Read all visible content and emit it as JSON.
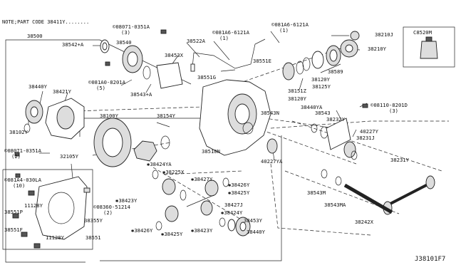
{
  "note": "NOTE;PART CODE 38411Y........",
  "diagram_code": "J38101F7",
  "inset_label": "C8520M",
  "labels": {
    "l38500": "38500",
    "l38542A": "38542+A",
    "l08071A": "©08071-0351A",
    "l08071A_q": "(3)",
    "l38540": "38540",
    "l38522A": "38522A",
    "l081A6a": "©081A6-6121A",
    "l081A6a_q": "(1)",
    "l081A6b": "©081A6-6121A",
    "l081A6b_q": "(1)",
    "l38210J": "38210J",
    "l38210Y": "38210Y",
    "l38453X": "38453X",
    "l38551G": "38551G",
    "l38551E": "38551E",
    "l081A0": "©081A0-8201A",
    "l081A0_q": "(5)",
    "l38543A": "38543+A",
    "l38589": "38589",
    "l38440Ya": "38440Y",
    "l38421Y": "38421Y",
    "l38151Z": "38151Z",
    "l38120Y": "38120Y",
    "l38125Y": "38125Y",
    "l38120Yb": "38120Y",
    "l38102Y": "38102Y",
    "l38100Y": "38100Y",
    "l38154Y": "38154Y",
    "l38543N": "38543N",
    "l38440YA": "38440YA",
    "l38543": "38543",
    "l38232Y": "38232Y",
    "l08110": "©08110-8201D",
    "l08110_q": "(3)",
    "l08071b": "©08071-0351A",
    "l08071b_q": "(2)",
    "l40227Y": "40227Y",
    "l38231J": "38231J",
    "l38510N": "38510N",
    "l40227YA": "40227YA",
    "l32105Y": "32105Y",
    "l38424YA": "✱38424YA",
    "l38225X": "✱38225X",
    "l38231Y": "38231Y",
    "l081A4": "©081A4-030LA",
    "l081A4_q": "(10)",
    "l11128Y": "11128Y",
    "l38427Y": "✱38427Y",
    "l38426Ya": "✱38426Y",
    "l38425Ya": "✱38425Y",
    "l38423Ya": "✱38423Y",
    "l08360": "©08360-51214",
    "l08360_q": "(2)",
    "l38427J": "38427J",
    "l38424Y": "✱38424Y",
    "l38551P": "38551P",
    "l38355Y": "38355Y",
    "l38453Y": "38453Y",
    "l38543M": "38543M",
    "l38543MA": "38543MA",
    "l38242X": "38242X",
    "l38551F": "38551F",
    "l11128Yb": "11128Y",
    "l38551": "38551",
    "l38426Yb": "✱38426Y",
    "l38425Yb": "✱38425Y",
    "l38423Yb": "✱38423Y",
    "l38440Yb": "38440Y"
  }
}
